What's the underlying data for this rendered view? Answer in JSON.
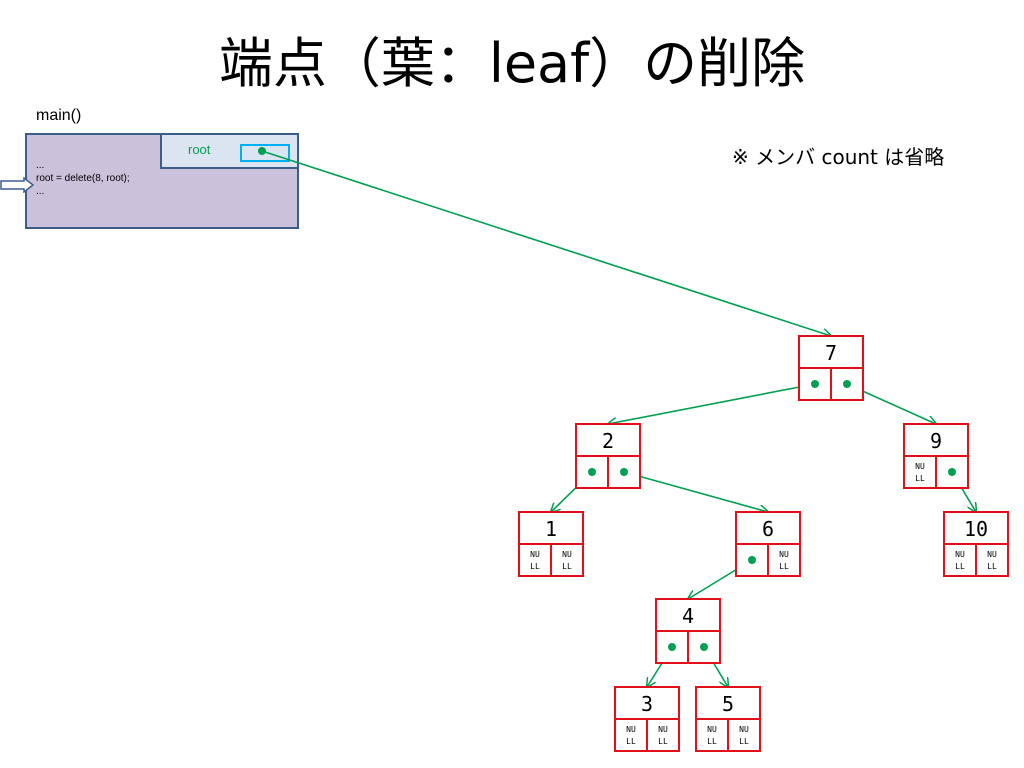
{
  "title": "端点（葉：leaf）の削除",
  "note": "※ メンバ count は省略",
  "frame": {
    "label": "main()",
    "root_label": "root",
    "code_lines": [
      "...",
      "root = delete(8, root);",
      "..."
    ]
  },
  "null_label": [
    "NU",
    "LL"
  ],
  "nodes": [
    {
      "id": "n7",
      "key": "7",
      "left": "n2",
      "right": "n9"
    },
    {
      "id": "n2",
      "key": "2",
      "left": "n1",
      "right": "n6"
    },
    {
      "id": "n9",
      "key": "9",
      "left": null,
      "right": "n10"
    },
    {
      "id": "n1",
      "key": "1",
      "left": null,
      "right": null
    },
    {
      "id": "n6",
      "key": "6",
      "left": "n4",
      "right": null
    },
    {
      "id": "n10",
      "key": "10",
      "left": null,
      "right": null
    },
    {
      "id": "n4",
      "key": "4",
      "left": "n3",
      "right": "n5"
    },
    {
      "id": "n3",
      "key": "3",
      "left": null,
      "right": null
    },
    {
      "id": "n5",
      "key": "5",
      "left": null,
      "right": null
    }
  ],
  "colors": {
    "node_border": "#e3101b",
    "pointer": "#00a050",
    "frame_fill": "#ccc1da",
    "frame_border": "#3c5d8a",
    "root_highlight": "#00b0f0"
  }
}
